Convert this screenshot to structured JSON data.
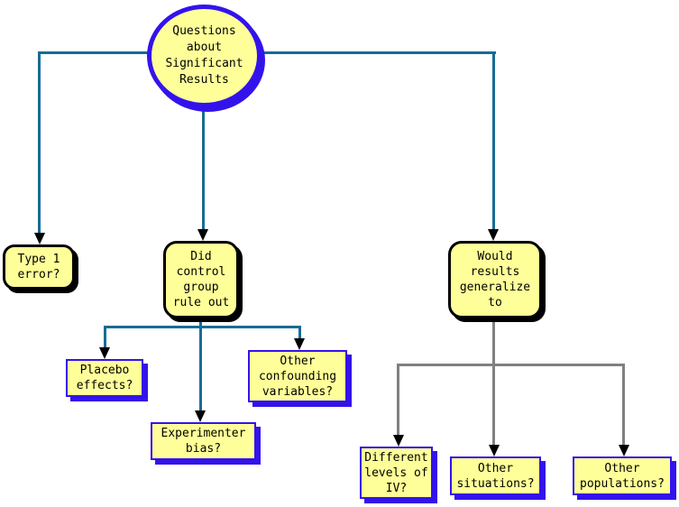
{
  "diagram": {
    "background": "#FFFFFF",
    "colors": {
      "node_fill": "#FFFF99",
      "node_text": "#000000",
      "ellipse_border": "#3313EC",
      "rect_border": "#3313EC",
      "rounded_border": "#000000",
      "connector_teal": "#176C95",
      "connector_gray": "#808080",
      "arrowhead": "#000000"
    },
    "nodes": {
      "root": {
        "shape": "ellipse",
        "text": "Questions\nabout\nSignificant\nResults"
      },
      "type1": {
        "shape": "rounded",
        "text": "Type 1\nerror?"
      },
      "control": {
        "shape": "rounded",
        "text": "Did\ncontrol\ngroup\nrule out"
      },
      "generalize": {
        "shape": "rounded",
        "text": "Would\nresults\ngeneralize\nto"
      },
      "placebo": {
        "shape": "rect",
        "text": "Placebo\neffects?"
      },
      "experimenter": {
        "shape": "rect",
        "text": "Experimenter\nbias?"
      },
      "confounding": {
        "shape": "rect",
        "text": "Other\nconfounding\nvariables?"
      },
      "levels": {
        "shape": "rect",
        "text": "Different\nlevels of\nIV?"
      },
      "situations": {
        "shape": "rect",
        "text": "Other\nsituations?"
      },
      "populations": {
        "shape": "rect",
        "text": "Other\npopulations?"
      }
    }
  }
}
